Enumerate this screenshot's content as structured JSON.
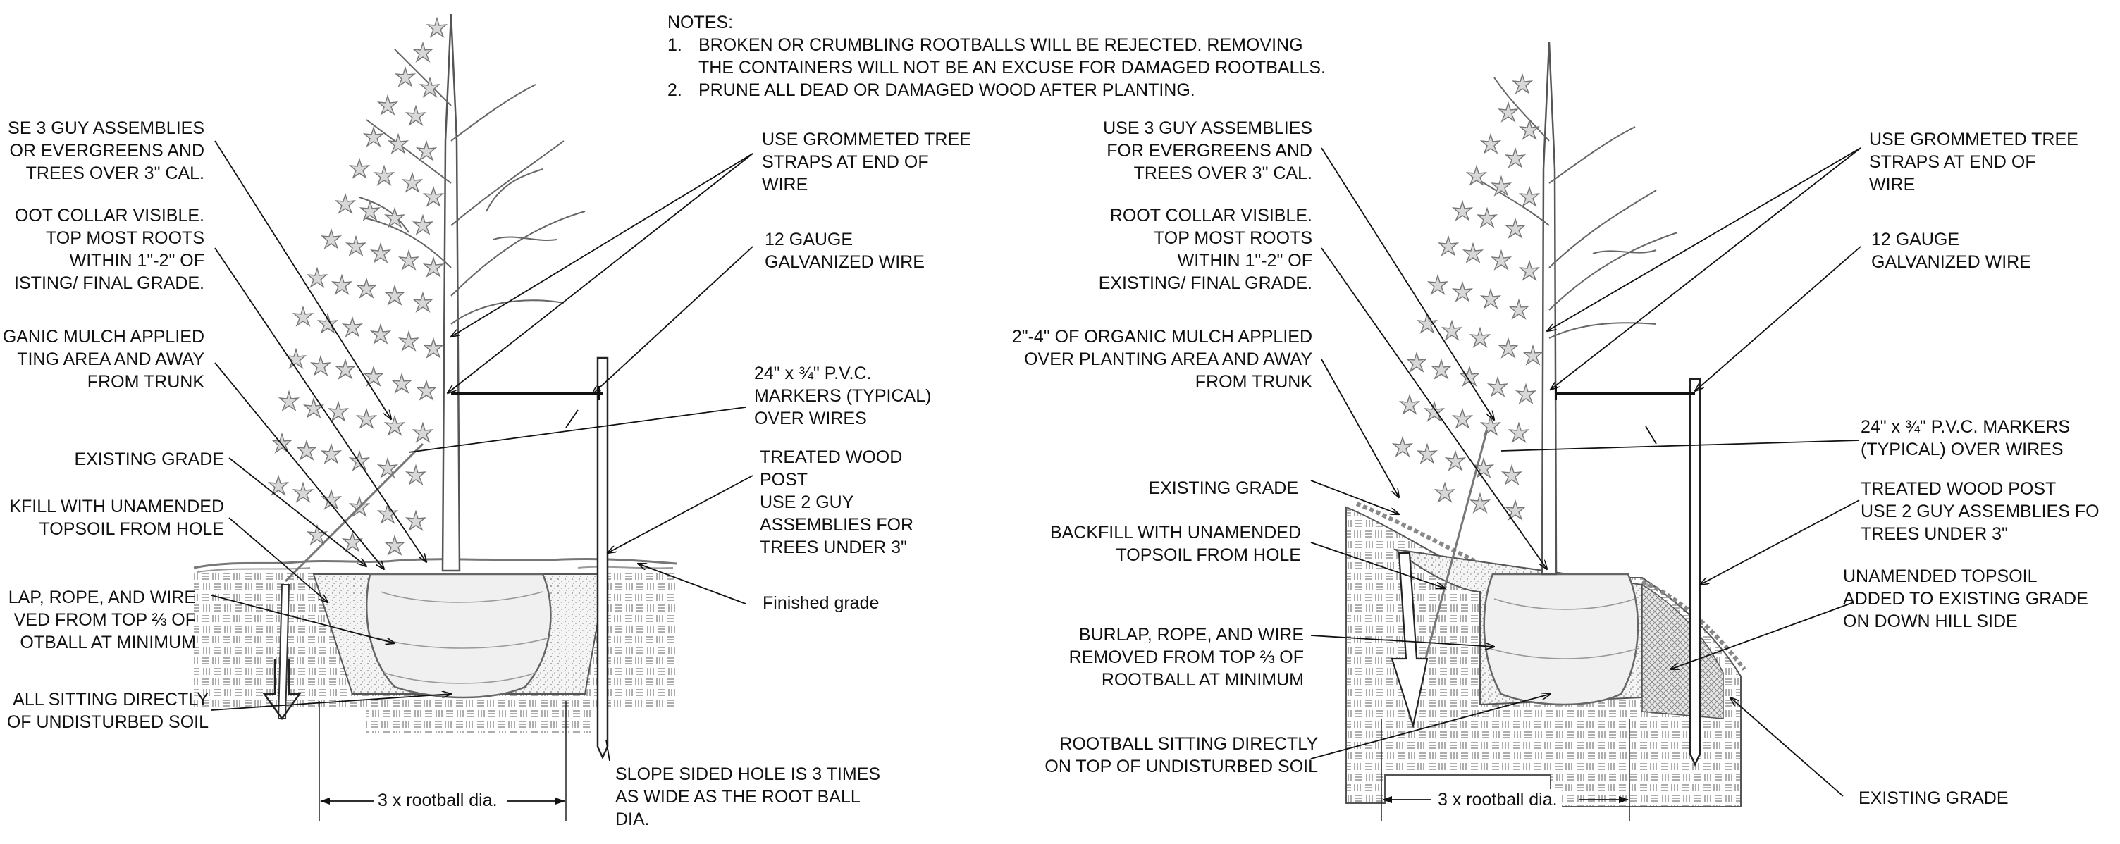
{
  "notes": {
    "title": "NOTES:",
    "items": [
      {
        "num": "1.",
        "lines": [
          "BROKEN OR CRUMBLING ROOTBALLS WILL BE REJECTED. REMOVING",
          "THE CONTAINERS WILL NOT BE AN EXCUSE FOR DAMAGED ROOTBALLS."
        ]
      },
      {
        "num": "2.",
        "lines": [
          "PRUNE ALL DEAD OR DAMAGED WOOD AFTER PLANTING."
        ]
      }
    ]
  },
  "left_detail": {
    "left_labels": [
      [
        "SE 3 GUY ASSEMBLIES",
        "OR EVERGREENS AND",
        "TREES OVER 3\" CAL."
      ],
      [
        "OOT COLLAR VISIBLE.",
        "TOP MOST ROOTS",
        "WITHIN 1\"-2\" OF",
        "ISTING/ FINAL GRADE."
      ],
      [
        "GANIC MULCH APPLIED",
        "TING AREA AND AWAY",
        "FROM TRUNK"
      ],
      [
        "EXISTING GRADE"
      ],
      [
        "KFILL WITH UNAMENDED",
        "TOPSOIL FROM HOLE"
      ],
      [
        "LAP, ROPE, AND WIRE",
        "VED FROM TOP ⅔ OF",
        "OTBALL AT MINIMUM"
      ],
      [
        "ALL SITTING DIRECTLY",
        "OF UNDISTURBED SOIL"
      ]
    ],
    "right_labels": [
      [
        "USE GROMMETED TREE",
        "STRAPS AT END OF",
        "WIRE"
      ],
      [
        "12 GAUGE",
        "GALVANIZED WIRE"
      ],
      [
        "24\" x ¾\" P.V.C.",
        "MARKERS (TYPICAL)",
        "OVER WIRES"
      ],
      [
        "TREATED WOOD",
        "POST",
        "USE 2 GUY",
        "ASSEMBLIES FOR",
        "TREES UNDER 3\""
      ],
      [
        "Finished grade"
      ]
    ],
    "bottom_label": [
      "SLOPE SIDED HOLE IS 3 TIMES",
      "AS WIDE AS THE ROOT BALL",
      "DIA."
    ],
    "dimension": "3 x rootball dia."
  },
  "right_detail": {
    "left_labels": [
      [
        "USE 3 GUY ASSEMBLIES",
        "FOR EVERGREENS AND",
        "TREES OVER 3\" CAL."
      ],
      [
        "ROOT COLLAR VISIBLE.",
        "TOP MOST ROOTS",
        "WITHIN 1\"-2\" OF",
        "EXISTING/ FINAL GRADE."
      ],
      [
        "2\"-4\" OF ORGANIC MULCH APPLIED",
        "OVER PLANTING AREA AND AWAY",
        "FROM TRUNK"
      ],
      [
        "EXISTING GRADE"
      ],
      [
        "BACKFILL WITH UNAMENDED",
        "TOPSOIL FROM HOLE"
      ],
      [
        "BURLAP, ROPE, AND WIRE",
        "REMOVED FROM TOP ⅔ OF",
        "ROOTBALL AT MINIMUM"
      ],
      [
        "ROOTBALL SITTING DIRECTLY",
        "ON TOP OF UNDISTURBED SOIL"
      ]
    ],
    "right_labels": [
      [
        "USE GROMMETED TREE",
        "STRAPS AT END OF",
        "WIRE"
      ],
      [
        "12 GAUGE",
        "GALVANIZED WIRE"
      ],
      [
        "24\" x ¾\" P.V.C. MARKERS",
        "(TYPICAL) OVER WIRES"
      ],
      [
        "TREATED WOOD POST",
        "USE 2 GUY ASSEMBLIES FO",
        "TREES UNDER 3\""
      ],
      [
        "UNAMENDED TOPSOIL",
        "ADDED TO EXISTING GRADE",
        "ON DOWN HILL SIDE"
      ],
      [
        "EXISTING GRADE"
      ]
    ],
    "dimension": "3 x rootball dia."
  },
  "colors": {
    "ink": "#111111",
    "tree": "#7a7a7a",
    "soil": "#9a9a9a",
    "background": "#ffffff"
  }
}
